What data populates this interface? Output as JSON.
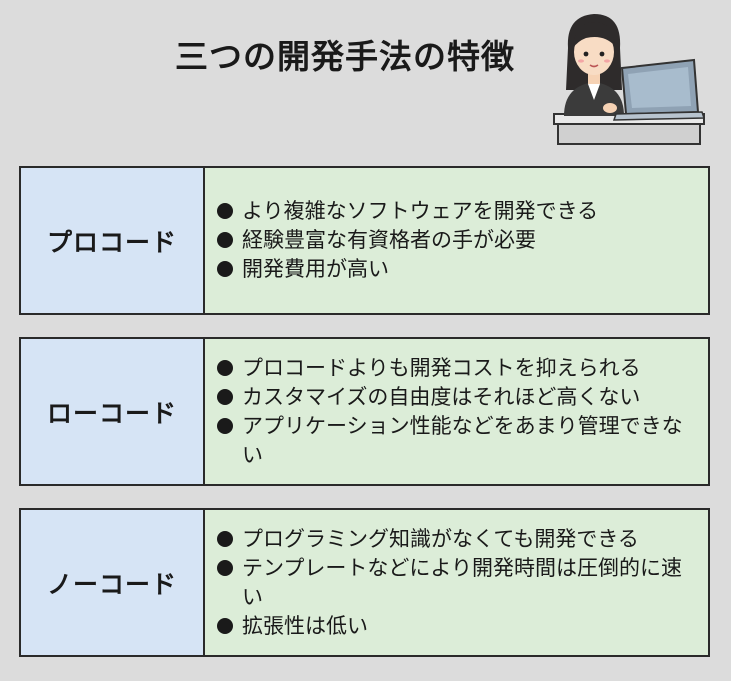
{
  "title": "三つの開発手法の特徴",
  "icons": {
    "illustration": "woman-at-laptop-icon",
    "bullet": "bullet-dot-icon"
  },
  "colors": {
    "background": "#dcdcdc",
    "label_cell": "#d6e4f5",
    "body_cell": "#dcedd8",
    "border": "#2a2a2a"
  },
  "rows": [
    {
      "label": "プロコード",
      "items": [
        "より複雑なソフトウェアを開発できる",
        "経験豊富な有資格者の手が必要",
        "開発費用が高い"
      ]
    },
    {
      "label": "ローコード",
      "items": [
        "プロコードよりも開発コストを抑えられる",
        "カスタマイズの自由度はそれほど高くない",
        "アプリケーション性能などをあまり管理できない"
      ]
    },
    {
      "label": "ノーコード",
      "items": [
        "プログラミング知識がなくても開発できる",
        "テンプレートなどにより開発時間は圧倒的に速い",
        "拡張性は低い"
      ]
    }
  ]
}
